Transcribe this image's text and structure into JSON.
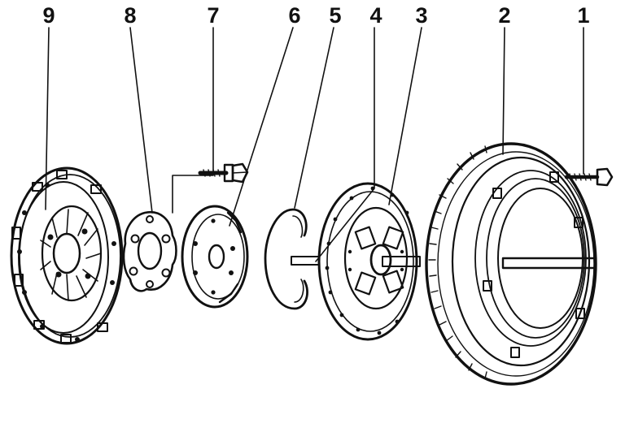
{
  "diagram": {
    "part_labels": [
      "9",
      "8",
      "7",
      "6",
      "5",
      "4",
      "3",
      "2",
      "1"
    ]
  }
}
